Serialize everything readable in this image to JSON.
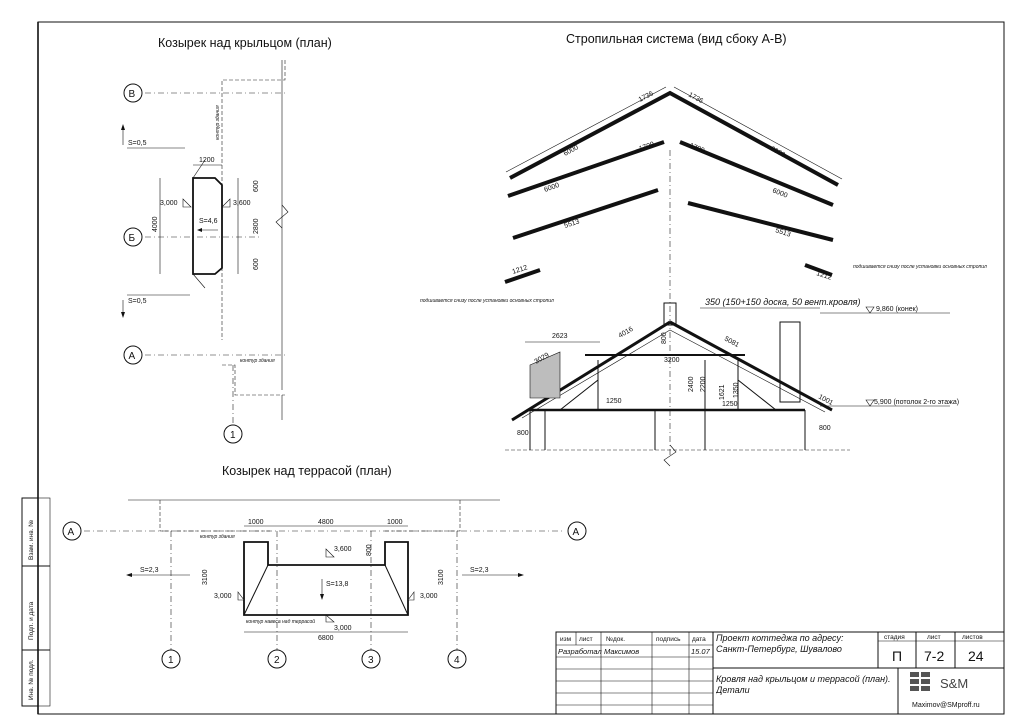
{
  "titles": {
    "porch_plan": "Козырек над крыльцом (план)",
    "rafter_system": "Стропильная система (вид сбоку А-В)",
    "terrace_plan": "Козырек над террасой (план)"
  },
  "porch": {
    "axis_b": "В",
    "axis_bb": "Б",
    "axis_a": "А",
    "axis_1": "1",
    "s_top": "S=0,5",
    "s_mid": "S=4,6",
    "s_bottom": "S=0,5",
    "dim_1200": "1200",
    "dim_3000": "3,000",
    "dim_3600": "3,600",
    "dim_600_top": "600",
    "dim_600_bot": "600",
    "dim_4000": "4000",
    "dim_2800": "2800",
    "note_contour_top": "контур здания",
    "note_contour_bottom": "контур здания"
  },
  "rafters": {
    "len_1736_l": "1736",
    "len_1736_r": "1736",
    "len_6000_l": "6000",
    "len_6000_r": "6000",
    "len_1709_l": "1709",
    "len_1709_r": "1709",
    "len_6000_2l": "6000",
    "len_6000_2r": "6000",
    "len_5513_l": "5513",
    "len_5513_r": "5513",
    "len_1212_l": "1212",
    "len_1212_r": "1212",
    "note_l": "подшивается снизу после установки основных стропил",
    "note_r": "подшивается снизу после установки основных стропил",
    "board_note": "350 (150+150 доска, 50 вент.кровля)",
    "lvl_ridge": "9,860 (конек)",
    "lvl_ceiling": "5,900 (потолок 2-го этажа)",
    "d_2623": "2623",
    "d_4016": "4016",
    "d_3029": "3029",
    "d_5081": "5081",
    "d_800_top": "800",
    "d_3200": "3200",
    "d_2400": "2400",
    "d_2200": "2200",
    "d_1621": "1621",
    "d_1350": "1350",
    "d_1250_l": "1250",
    "d_1250_r": "1250",
    "d_1001": "1001",
    "d_800_l": "800",
    "d_800_r": "800"
  },
  "terrace": {
    "axis_a_left": "А",
    "axis_a_right": "А",
    "axis_1": "1",
    "axis_2": "2",
    "axis_3": "3",
    "axis_4": "4",
    "d_1000_l": "1000",
    "d_4800": "4800",
    "d_1000_r": "1000",
    "d_3600": "3,600",
    "d_800": "800",
    "d_3100_l": "3100",
    "d_3100_r": "3100",
    "d_3000_l": "3,000",
    "d_3000_r": "3,000",
    "d_3000_b": "3,000",
    "d_6800": "6800",
    "s_left": "S=2,3",
    "s_mid": "S=13,8",
    "s_right": "S=2,3",
    "note_contour": "контур здания",
    "note_terrace": "контур навеса над террасой"
  },
  "side_stamp": {
    "f1": "Взам. инв. №",
    "f2": "Подп. и дата",
    "f3": "Инв. № подл."
  },
  "title_block": {
    "h_izm": "изм",
    "h_list": "лист",
    "h_ndok": "№док.",
    "h_podpis": "подпись",
    "h_data": "дата",
    "row_role": "Разработал",
    "row_name": "Максимов",
    "row_date": "15.07",
    "project": "Проект коттеджа по адресу: Санкт-Петербург, Шувалово",
    "sheet_title": "Кровля над крыльцом и террасой (план). Детали",
    "h_stadia": "стадия",
    "h_sheet": "лист",
    "h_sheets": "листов",
    "v_stadia": "П",
    "v_sheet": "7-2",
    "v_sheets": "24",
    "company": "S&M",
    "email": "Maximov@SMproff.ru",
    "brand_color": "#555555"
  }
}
